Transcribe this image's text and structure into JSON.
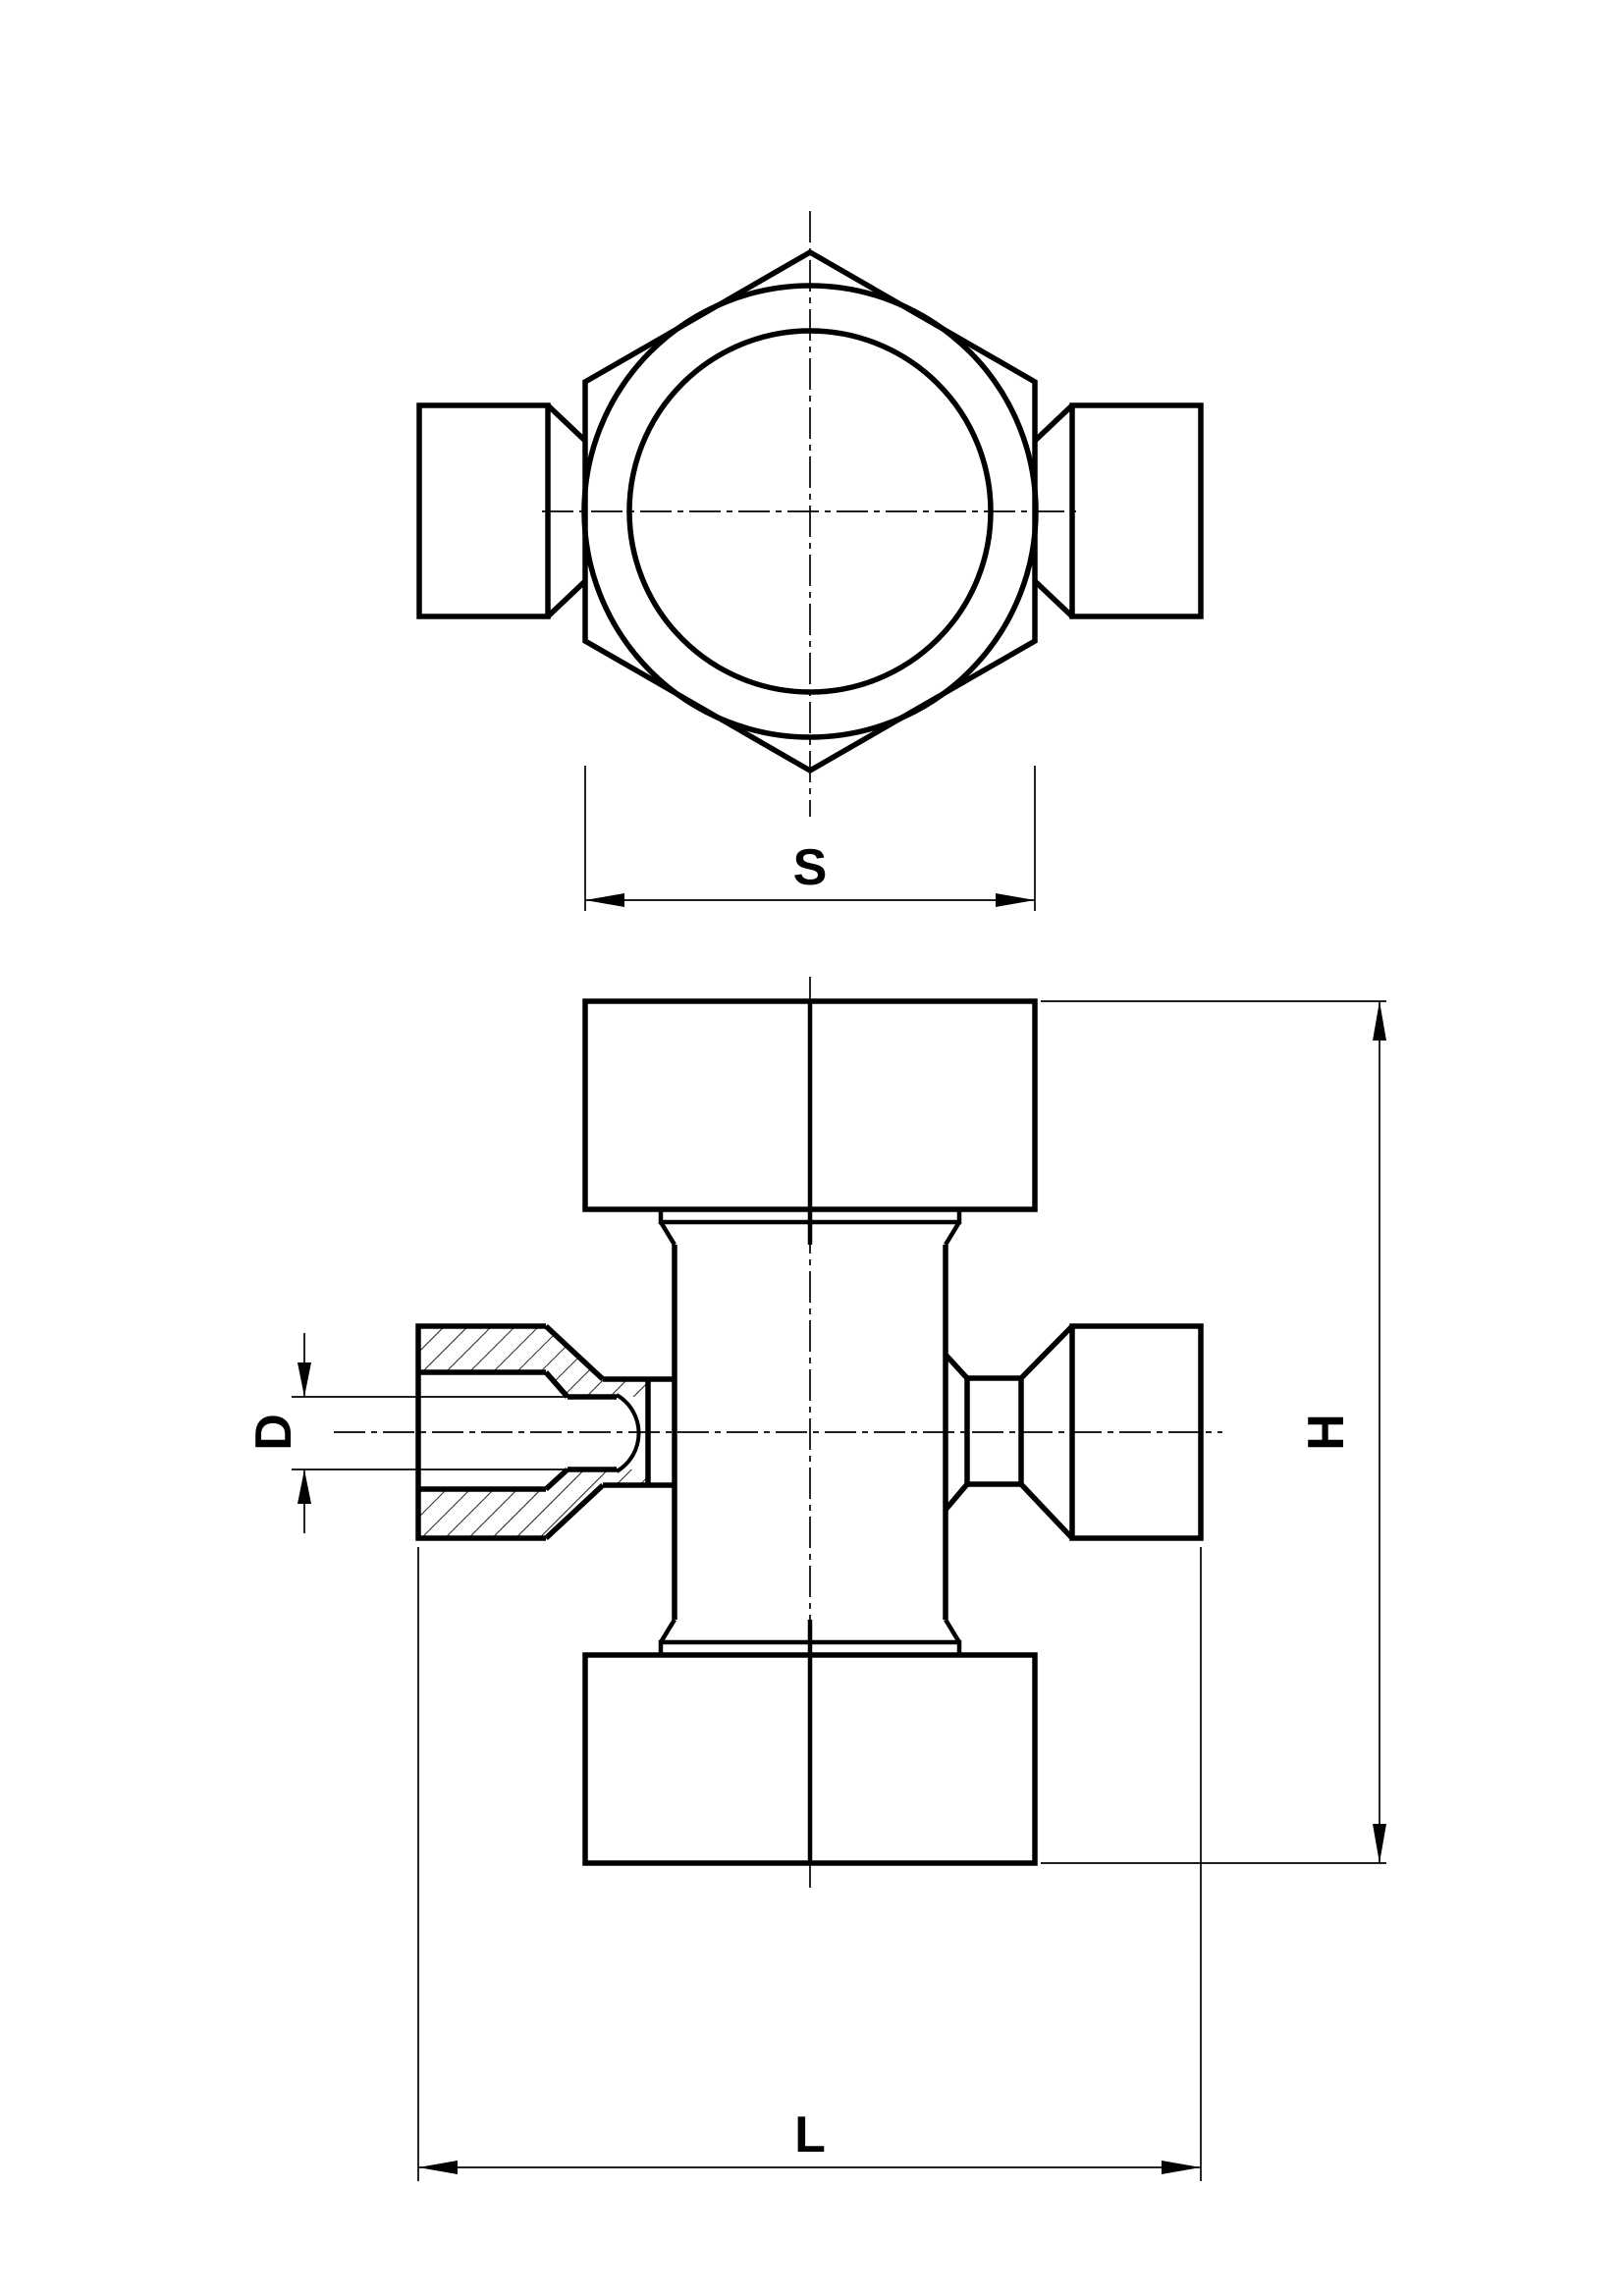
{
  "page": {
    "background_color": "#ffffff",
    "line_color": "#000000",
    "description": "Engineering line drawing of a cross pipe fitting: top view with hexagon and concentric circles, front section view with hatched threaded port"
  },
  "dimensions": {
    "across_flats": {
      "label": "S"
    },
    "bore_diameter": {
      "label": "D"
    },
    "overall_height": {
      "label": "H"
    },
    "overall_length": {
      "label": "L"
    }
  }
}
